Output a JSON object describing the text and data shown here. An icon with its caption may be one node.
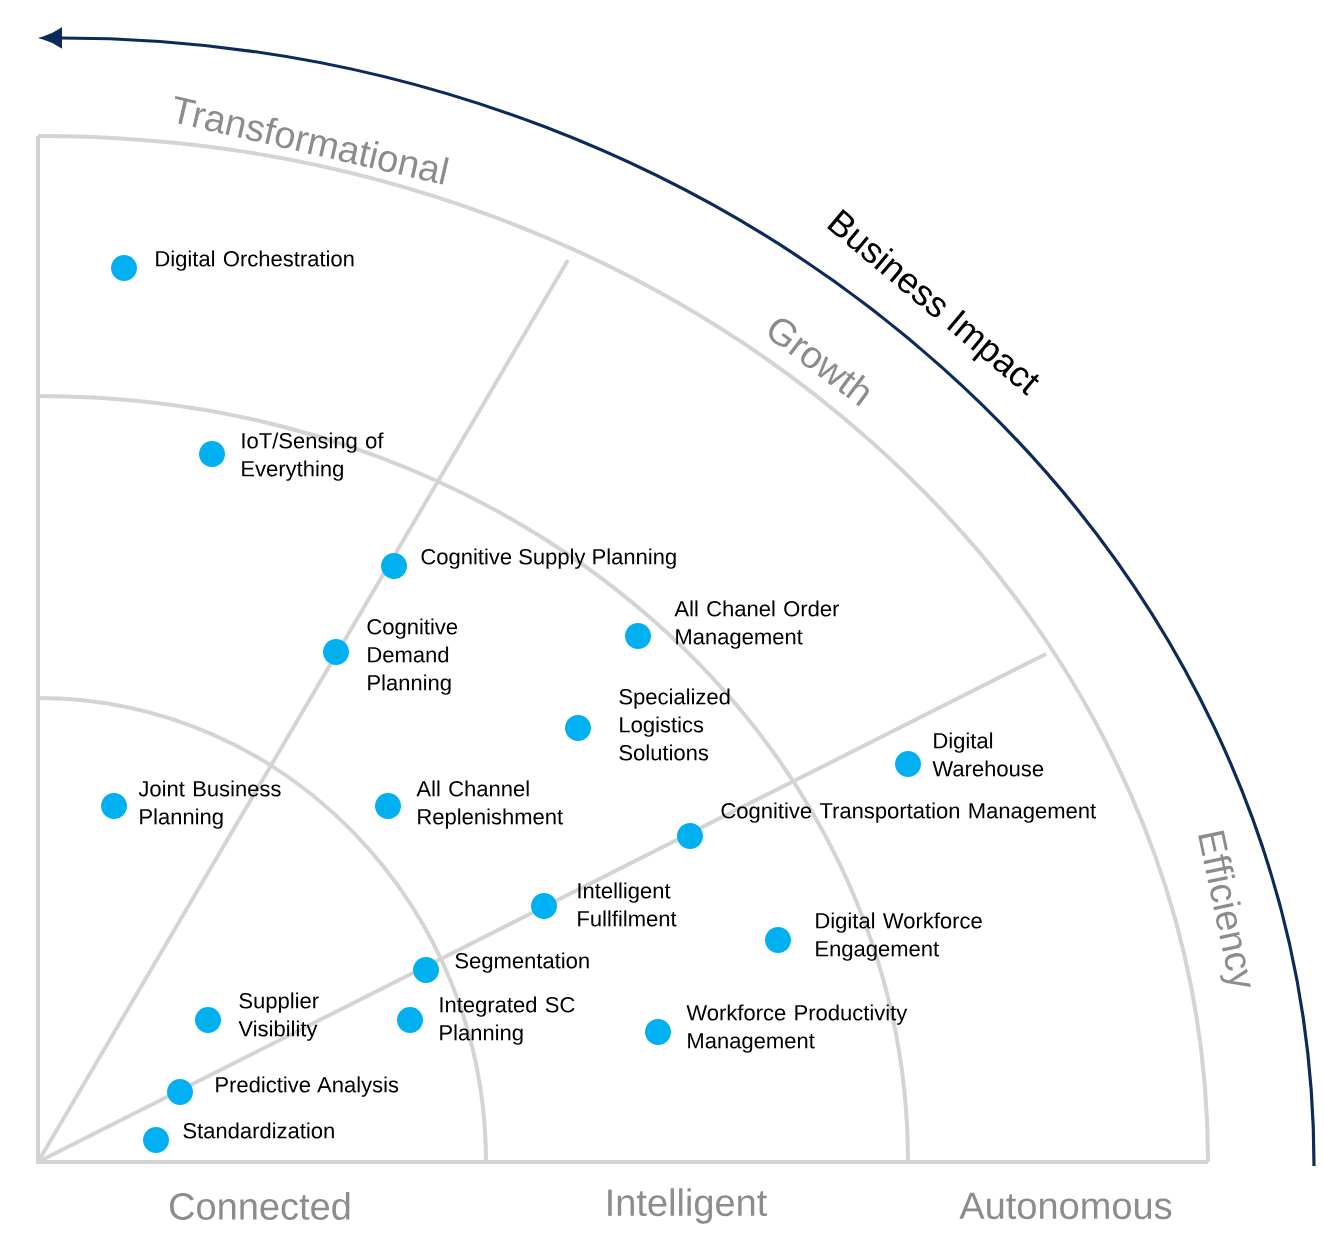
{
  "diagram": {
    "nodes": [
      {
        "text": [
          "Digital Orchestration"
        ]
      },
      {
        "text": [
          "IoT/Sensing of Everything"
        ]
      },
      {
        "text": [
          "Cognitive Supply Planning"
        ]
      },
      {
        "text": [
          "Cognitive Demand Planning"
        ]
      },
      {
        "text": [
          "All Chanel Order Management"
        ]
      },
      {
        "text": [
          "Specialized Logistics Solutions"
        ]
      },
      {
        "text": [
          "Joint Business Planning"
        ]
      },
      {
        "text": [
          "All Channel Replenishment"
        ]
      },
      {
        "text": [
          "Digital Warehouse"
        ]
      },
      {
        "text": [
          "Cognitive Transportation Management"
        ]
      },
      {
        "text": [
          "Intelligent Fullfilment"
        ]
      },
      {
        "text": [
          "Digital Workforce Engagement"
        ]
      },
      {
        "text": [
          "Segmentation"
        ]
      },
      {
        "text": [
          "Supplier Visibility"
        ]
      },
      {
        "text": [
          "Integrated SC Planning"
        ]
      },
      {
        "text": [
          "Workforce Productivity Management"
        ]
      },
      {
        "text": [
          "Predictive Analysis"
        ]
      },
      {
        "text": [
          "Standardization"
        ]
      }
    ],
    "labels": [
      "Transformational",
      "Business Impact",
      "Growth",
      "Efficiency",
      "Connected",
      "Intelligent",
      "Autonomous"
    ]
  }
}
